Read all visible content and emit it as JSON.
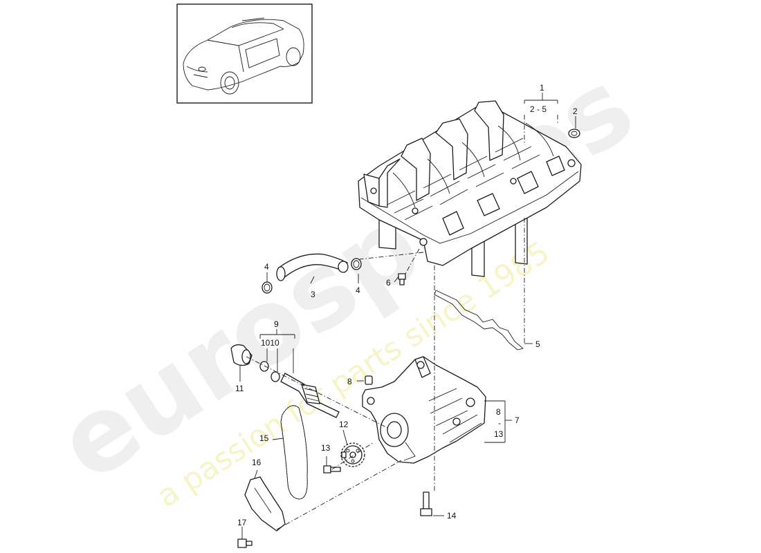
{
  "watermark": {
    "brand": "eurospares",
    "tagline": "a passion for parts since 1985"
  },
  "thumbnail": {
    "icon": "car-suv-thumbnail-icon"
  },
  "callouts": {
    "c1": "1",
    "c1_range": "2 - 5",
    "c2": "2",
    "c3": "3",
    "c4a": "4",
    "c4b": "4",
    "c5": "5",
    "c6": "6",
    "c7": "7",
    "c7_top": "8",
    "c7_mid": "-",
    "c7_bot": "13",
    "c8": "8",
    "c9": "9",
    "c9_sub": "1010",
    "c11": "11",
    "c12": "12",
    "c13": "13",
    "c14": "14",
    "c15": "15",
    "c16": "16",
    "c17": "17"
  }
}
